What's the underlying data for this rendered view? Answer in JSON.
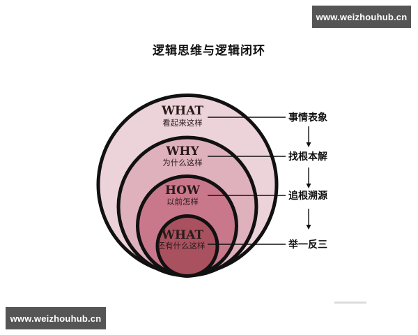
{
  "title": "逻辑思维与逻辑闭环",
  "watermarks": {
    "top": "www.weizhouhub.cn",
    "bottom": "www.weizhouhub.cn"
  },
  "circles": [
    {
      "en": "WHAT",
      "cn": "看起来这样",
      "fill": "#ecd3d9",
      "step": "事情表象"
    },
    {
      "en": "WHY",
      "cn": "为什么这样",
      "fill": "#deb1bd",
      "step": "找根本解"
    },
    {
      "en": "HOW",
      "cn": "以前怎样",
      "fill": "#c9788c",
      "step": "追根溯源"
    },
    {
      "en": "WHAT",
      "cn": "还有什么这样",
      "fill": "#a9515f",
      "step": "举一反三"
    }
  ],
  "colors": {
    "stroke": "#111111",
    "watermark_bg": "#555555"
  }
}
